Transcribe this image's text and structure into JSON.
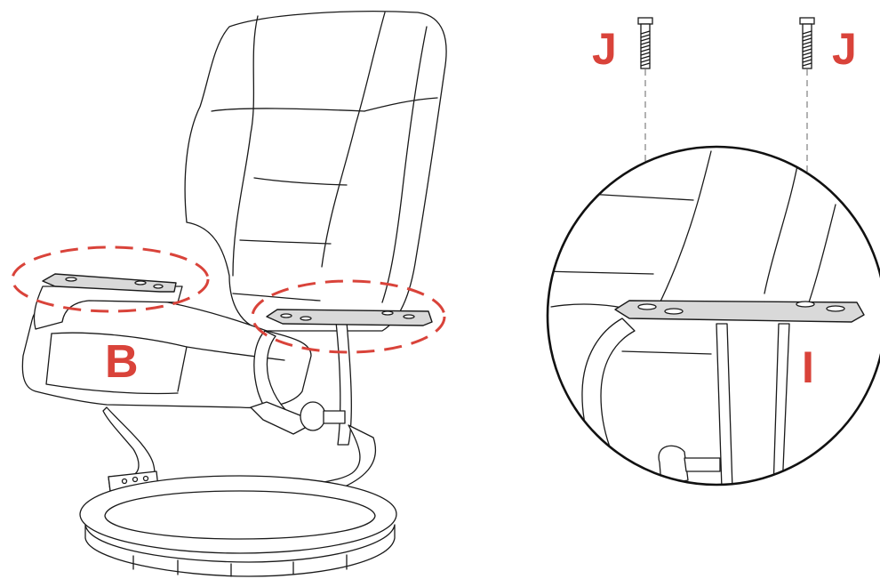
{
  "labels": {
    "armrest": "B",
    "bolt_left": "J",
    "bolt_right": "J",
    "bracket": "I"
  },
  "colors": {
    "label": "#d9433a",
    "highlight_dash": "#d9433a",
    "line": "#1a1a1a",
    "plate_fill": "#d9d9d9",
    "guide": "#888888"
  }
}
